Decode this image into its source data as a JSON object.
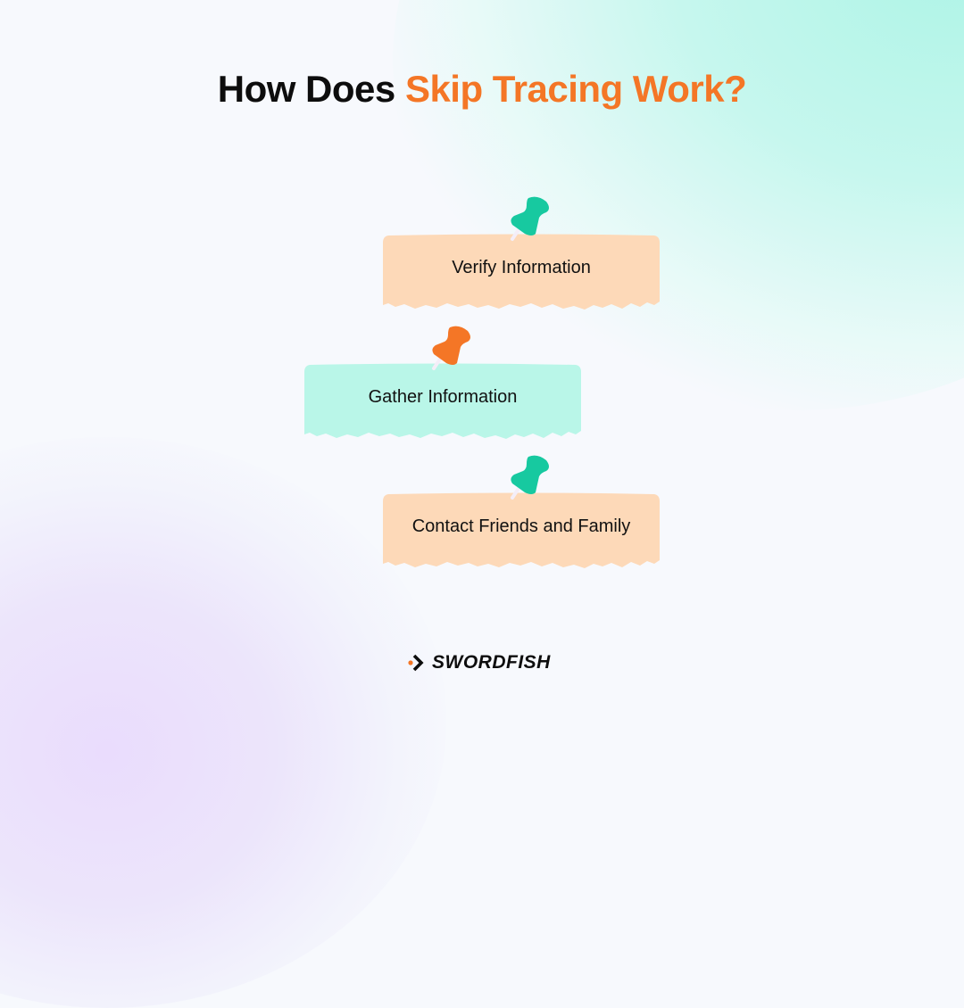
{
  "title": {
    "prefix": "How Does ",
    "highlight": "Skip Tracing Work?"
  },
  "colors": {
    "accent_orange": "#f47626",
    "pin_teal": "#17c9a0",
    "note_peach": "#fdd9b8",
    "note_mint": "#b9f6e8",
    "background": "#f7f9fd"
  },
  "steps": [
    {
      "label": "Verify Information",
      "note_color": "peach",
      "pin_color": "teal"
    },
    {
      "label": "Gather Information",
      "note_color": "mint",
      "pin_color": "orange"
    },
    {
      "label": "Contact Friends and Family",
      "note_color": "peach",
      "pin_color": "teal"
    }
  ],
  "brand": {
    "name": "SWORDFISH",
    "icon": "chevron-right-icon"
  }
}
